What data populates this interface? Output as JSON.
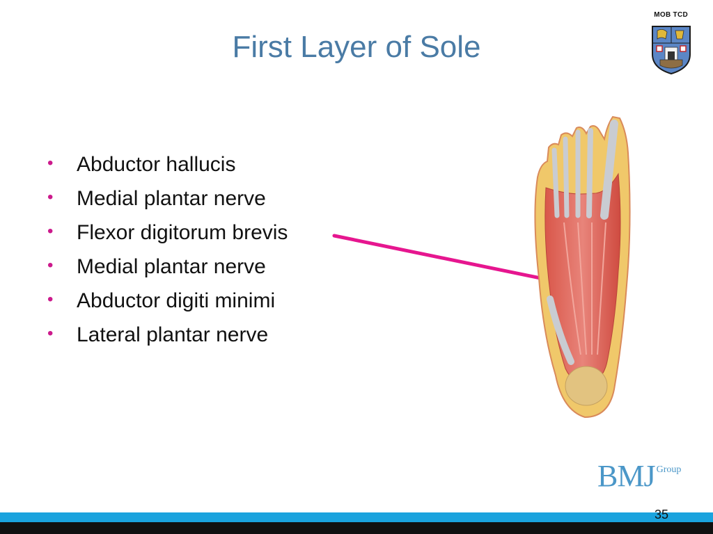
{
  "slide": {
    "title": "First Layer of Sole",
    "corner_label": "MOB TCD",
    "bullets": [
      "Abductor hallucis",
      "Medial plantar nerve",
      "Flexor digitorum brevis",
      "Medial plantar nerve",
      "Abductor digiti minimi",
      "Lateral plantar nerve"
    ],
    "logo": {
      "main": "BMJ",
      "sub": "Group"
    },
    "page_number": "35"
  },
  "colors": {
    "title": "#4a7ba5",
    "bullet_marker": "#cc1a8c",
    "arrow": "#e6168f",
    "band_blue": "#1aa3de",
    "band_dark": "#101010",
    "logo": "#4b97c8"
  },
  "icons": {
    "crest": "college-crest-icon",
    "arrow": "pointer-arrow-icon"
  }
}
